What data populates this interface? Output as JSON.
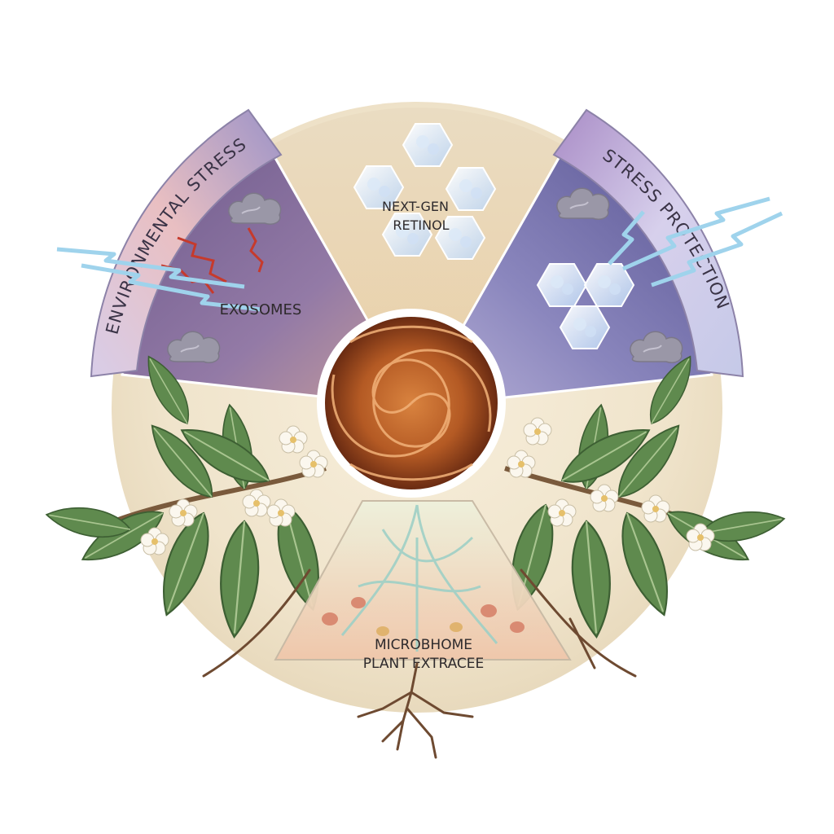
{
  "labels": {
    "left_arc": "ENVIRONMENTAL STRESS",
    "right_arc": "STRESS PROTECTION",
    "left_segment": "EXOSOMES",
    "top_segment_line1": "NEXT-GEN",
    "top_segment_line2": "RETINOL",
    "bottom_segment_line1": "MICROBHOME",
    "bottom_segment_line2": "PLANT EXTRACEE"
  },
  "icons": {
    "center": "swirl-icon",
    "crystals": "hexagon-crystal-icon",
    "pollution": "smoke-cloud-icon",
    "stress": "lightning-icon",
    "botanical": "leaf-icon",
    "flower": "blossom-icon",
    "roots": "root-icon"
  },
  "colors": {
    "background": "#ffffff",
    "disc": "#efe3c8",
    "left_segment": "#8f7aa6",
    "right_segment": "#7e7ab0",
    "top_segment": "#ead6b4",
    "leaf": "#5f8a4e",
    "center_swirl": "#b45a24",
    "lightning": "#9fd3ec",
    "stress_crack": "#c63a2c"
  }
}
